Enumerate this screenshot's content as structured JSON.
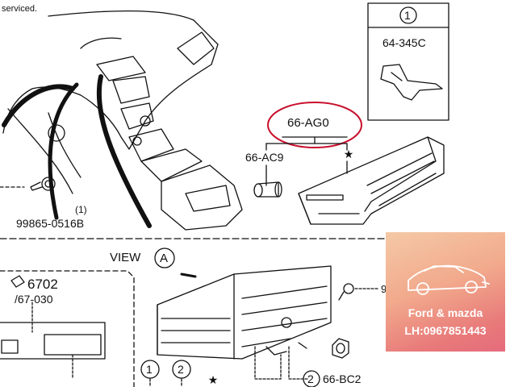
{
  "diagram": {
    "header_text": "serviced.",
    "callout_1": {
      "number": "1",
      "part": "64-345C"
    },
    "highlighted_part": "66-AG0",
    "part_66_ac9": "66-AC9",
    "bolt_part": "99865-0516B",
    "bolt_qty": "(1)",
    "view_label": "VIEW",
    "view_letter": "A",
    "left_box_part": "6702",
    "left_box_sub": "/67-030",
    "bottom_callout_1": "1",
    "bottom_callout_2": "2",
    "bottom_part_number": "2",
    "bottom_part": "66-BC2",
    "cut_label_right": "9",
    "highlight_color": "#c8102e"
  },
  "ad": {
    "title": "Ford & mazda",
    "phone": "LH:0967851443"
  }
}
